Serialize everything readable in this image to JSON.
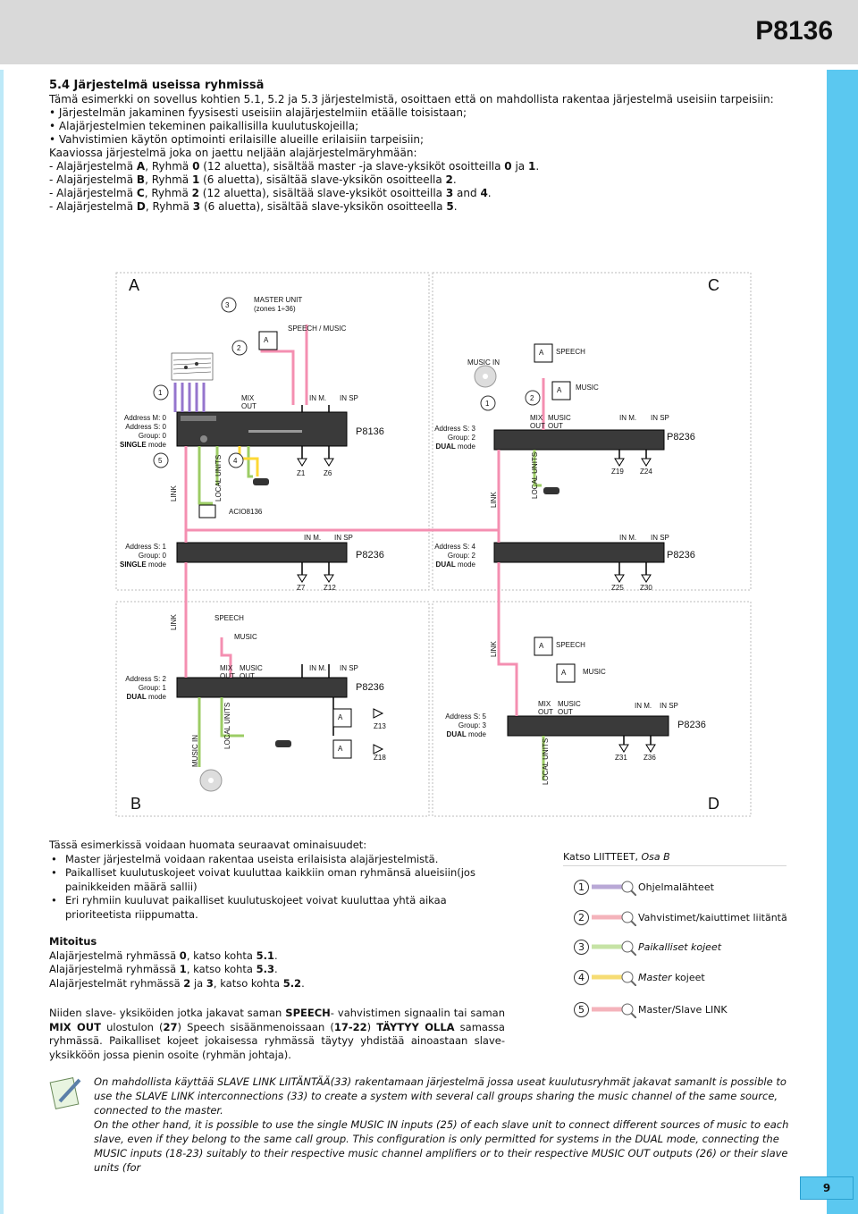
{
  "header": {
    "model": "P8136"
  },
  "intro": {
    "heading": "5.4  Järjestelmä useissa ryhmissä",
    "line1": "Tämä esimerkki on sovellus kohtien 5.1, 5.2 ja 5.3 järjestelmistä, osoittaen että on mahdollista rakentaa järjestelmä useisiin tarpeisiin:",
    "bullets": [
      "Järjestelmän jakaminen fyysisesti useisiin alajärjestelmiin etäälle toisistaan;",
      "Alajärjestelmien tekeminen paikallisilla kuulutuskojeilla;",
      "Vahvistimien käytön optimointi erilaisille alueille erilaisiin tarpeisiin;"
    ],
    "lead": "Kaaviossa järjestelmä joka on jaettu neljään alajärjestelmäryhmään:",
    "groups": [
      {
        "pre": "- Alajärjestelmä ",
        "sys": "A",
        "mid1": ", Ryhmä ",
        "grp": "0",
        "mid2": " (12 aluetta), sisältää master -ja slave-yksiköt osoitteilla ",
        "a1": "0",
        "mid3": " ja ",
        "a2": "1",
        "post": "."
      },
      {
        "pre": "- Alajärjestelmä ",
        "sys": "B",
        "mid1": ", Ryhmä ",
        "grp": "1",
        "mid2": " (6 aluetta), sisältää slave-yksikön osoitteella ",
        "a1": "2",
        "post": "."
      },
      {
        "pre": "- Alajärjestelmä ",
        "sys": "C",
        "mid1": ", Ryhmä ",
        "grp": "2",
        "mid2": " (12 aluetta), sisältää slave-yksiköt osoitteilla ",
        "a1": "3",
        "mid3": " and ",
        "a2": "4",
        "post": "."
      },
      {
        "pre": "- Alajärjestelmä ",
        "sys": "D",
        "mid1": ", Ryhmä ",
        "grp": "3",
        "mid2": " (6 aluetta), sisältää slave-yksikön osoitteella ",
        "a1": "5",
        "post": "."
      }
    ]
  },
  "diagram": {
    "section_labels": {
      "a": "A",
      "b": "B",
      "c": "C",
      "d": "D"
    },
    "master_unit": "MASTER UNIT",
    "master_zones": "(zones 1÷36)",
    "speech_music": "SPEECH / MUSIC",
    "speech": "SPEECH",
    "music": "MUSIC",
    "music_in": "MUSIC IN",
    "mix_out": "MIX",
    "out": "OUT",
    "music_out": "MUSIC",
    "in_m": "IN M.",
    "in_sp": "IN SP",
    "link": "LINK",
    "local_units": "LOCAL UNITS",
    "acio": "ACIO8136",
    "amp_a": "A",
    "num": {
      "n1": "1",
      "n2": "2",
      "n3": "3",
      "n4": "4",
      "n5": "5"
    },
    "models": {
      "master": "P8136",
      "slave": "P8236"
    },
    "units": {
      "m0": {
        "l1": "Address M: 0",
        "l2": "Address S: 0",
        "l3": "Group: 0",
        "mode_b": "SINGLE",
        "mode": " mode"
      },
      "s1": {
        "l1": "Address S: 1",
        "l2": "Group: 0",
        "mode_b": "SINGLE",
        "mode": " mode"
      },
      "s2": {
        "l1": "Address S: 2",
        "l2": "Group: 1",
        "mode_b": "DUAL",
        "mode": " mode"
      },
      "s3": {
        "l1": "Address S: 3",
        "l2": "Group: 2",
        "mode_b": "DUAL",
        "mode": " mode"
      },
      "s4": {
        "l1": "Address S: 4",
        "l2": "Group: 2",
        "mode_b": "DUAL",
        "mode": " mode"
      },
      "s5": {
        "l1": "Address S: 5",
        "l2": "Group: 3",
        "mode_b": "DUAL",
        "mode": " mode"
      }
    },
    "zones": {
      "z1": "Z1",
      "z6": "Z6",
      "z7": "Z7",
      "z12": "Z12",
      "z13": "Z13",
      "z18": "Z18",
      "z19": "Z19",
      "z24": "Z24",
      "z25": "Z25",
      "z30": "Z30",
      "z31": "Z31",
      "z36": "Z36"
    }
  },
  "features": {
    "lead": "Tässä esimerkissä voidaan huomata seuraavat ominaisuudet:",
    "items": [
      "Master järjestelmä voidaan rakentaa useista erilaisista alajärjestelmistä.",
      "Paikalliset kuulutuskojeet voivat kuuluttaa kaikkiin oman ryhmänsä alueisiin(jos painikkeiden määrä sallii)",
      "Eri ryhmiin kuuluvat paikalliset kuulutuskojeet voivat kuuluttaa yhtä aikaa prioriteetista riippumatta."
    ]
  },
  "sizing": {
    "heading": "Mitoitus",
    "lines": [
      {
        "pre": "Alajärjestelmä ryhmässä ",
        "b": "0",
        "mid": ", katso kohta ",
        "ref": "5.1",
        "post": "."
      },
      {
        "pre": "Alajärjestelmä ryhmässä ",
        "b": "1",
        "mid": ", katso kohta  ",
        "ref": "5.3",
        "post": "."
      },
      {
        "pre": "Alajärjestelmät ryhmässä ",
        "b": "2",
        "b2": "3",
        "and": " ja ",
        "mid": ", katso kohta ",
        "ref": "5.2",
        "post": "."
      }
    ]
  },
  "note": {
    "t1": "Niiden slave- yksiköiden jotka jakavat saman ",
    "b1": "SPEECH",
    "t2": "- vahvistimen signaalin tai saman ",
    "b2": "MIX OUT",
    "t3": " ulostulon (",
    "b3": "27",
    "t4": ") Speech sisäänmenoissaan (",
    "b4": "17-22",
    "t5": ") ",
    "b5": "TÄYTYY OLLA",
    "t6": " samassa ryhmässä. Paikalliset kojeet jokaisessa ryhmässä täytyy yhdistää ainoastaan slave-yksikköön jossa pienin osoite (ryhmän johtaja)."
  },
  "legend": {
    "title_pre": "Katso LIITTEET, ",
    "title_it": "Osa B",
    "rows": [
      {
        "num": "1",
        "label": "Ohjelmalähteet",
        "color": "#b9a8d6",
        "italic": false
      },
      {
        "num": "2",
        "label": "Vahvistimet/kaiuttimet liitäntä",
        "color": "#f4b3bb",
        "italic": false
      },
      {
        "num": "3",
        "label": "Paikalliset kojeet",
        "color": "#c6e3a5",
        "italic": true
      },
      {
        "num": "4",
        "label_it": "Master",
        "label": " kojeet",
        "color": "#f6dc74",
        "italic": false
      },
      {
        "num": "5",
        "label": "Master/Slave LINK",
        "color": "#f4b3bb",
        "italic": false
      }
    ]
  },
  "tip": {
    "p1": "On mahdollista käyttää SLAVE LINK LIITÄNTÄÄ(33) rakentamaan järjestelmä jossa useat kuulutusryhmät jakavat samanIt is possible to use the SLAVE LINK interconnections (33) to create a system with several call groups sharing the music channel of the same source, connected to the master.",
    "p2": "On the other hand, it is possible to use the single MUSIC IN inputs (25) of each slave unit to connect different sources of music to each slave, even if they belong to the same call group. This configuration is only permitted for systems in the DUAL mode, connecting the MUSIC inputs (18-23) suitably to their respective music channel amplifiers or to their respective MUSIC OUT outputs (26) or their slave units (for"
  },
  "page": {
    "number": "9"
  },
  "colors": {
    "accent": "#5bc8f0",
    "header": "#d9d9d9",
    "wire_green": "#9ccc65",
    "wire_purple": "#9575cd",
    "wire_pink": "#f48fb1",
    "wire_yellow": "#fdd835"
  }
}
